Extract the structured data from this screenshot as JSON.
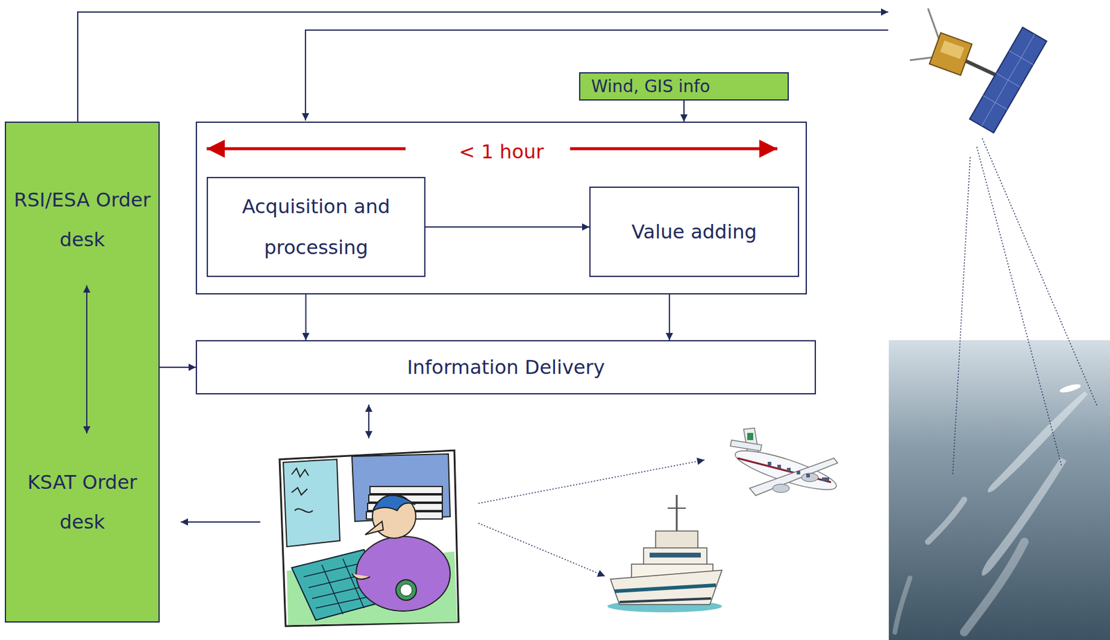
{
  "diagram": {
    "nodes": [
      {
        "text": [
          "RSI/ESA Order desk",
          "KSAT Order desk"
        ]
      },
      {
        "text": [
          "Wind, GIS info"
        ]
      },
      {
        "text": [
          "< 1 hour"
        ]
      },
      {
        "text": [
          "Acquisition and processing"
        ],
        "in": 2
      },
      {
        "text": [
          "Value adding"
        ],
        "in": 2
      },
      {
        "text": [
          "Information Delivery"
        ]
      }
    ],
    "edges": [
      {
        "from": 1,
        "to": 2,
        "arrow": "to"
      },
      {
        "from": 3,
        "to": 4,
        "arrow": "to"
      },
      {
        "from": 2,
        "to": 5,
        "arrow": "to"
      },
      {
        "from": 2,
        "to": 5,
        "arrow": "to"
      },
      {
        "from": 0,
        "to": 5,
        "arrow": "to"
      }
    ]
  }
}
